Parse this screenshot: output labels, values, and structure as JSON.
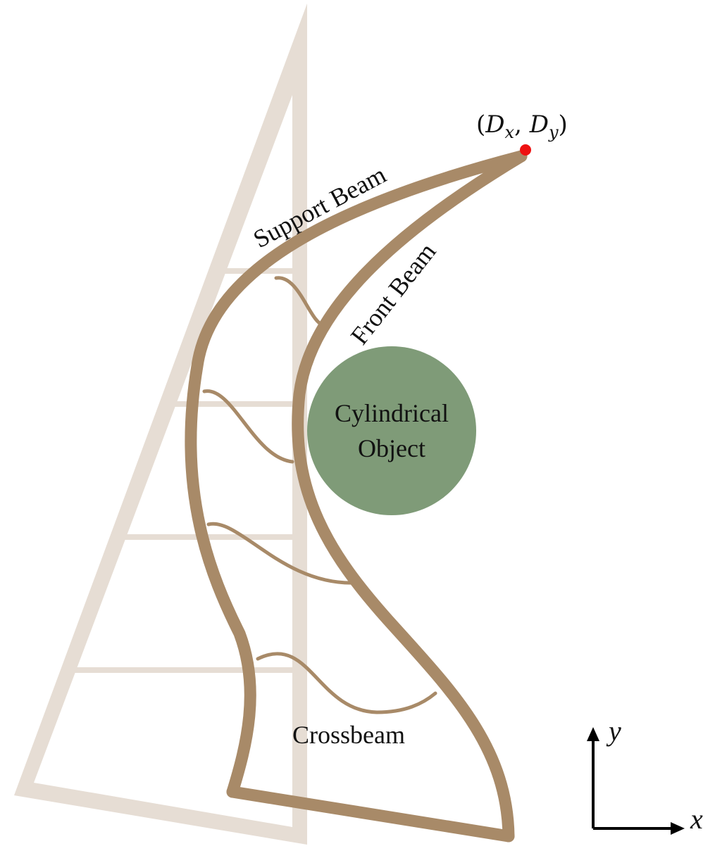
{
  "labels": {
    "support_beam": "Support Beam",
    "front_beam": "Front Beam",
    "cylindrical_line1": "Cylindrical",
    "cylindrical_line2": "Object",
    "crossbeam": "Crossbeam",
    "tip_point": "(D_x, D_y)",
    "tip_open": "(",
    "tip_D1": "D",
    "tip_sub_x": "x",
    "tip_comma": ", ",
    "tip_D2": "D",
    "tip_sub_y": "y",
    "tip_close": ")",
    "axis_x": "x",
    "axis_y": "y"
  },
  "colors": {
    "beam": "#a88a68",
    "beam_edge": "#8c7152",
    "ghost_frame": "#e6ddd4",
    "cylinder": "#7f9b78",
    "tip_point": "#ee1111",
    "axis": "#000000"
  },
  "icons": {
    "tip_marker": "red-dot-marker",
    "x_axis": "arrow-right-icon",
    "y_axis": "arrow-up-icon"
  }
}
